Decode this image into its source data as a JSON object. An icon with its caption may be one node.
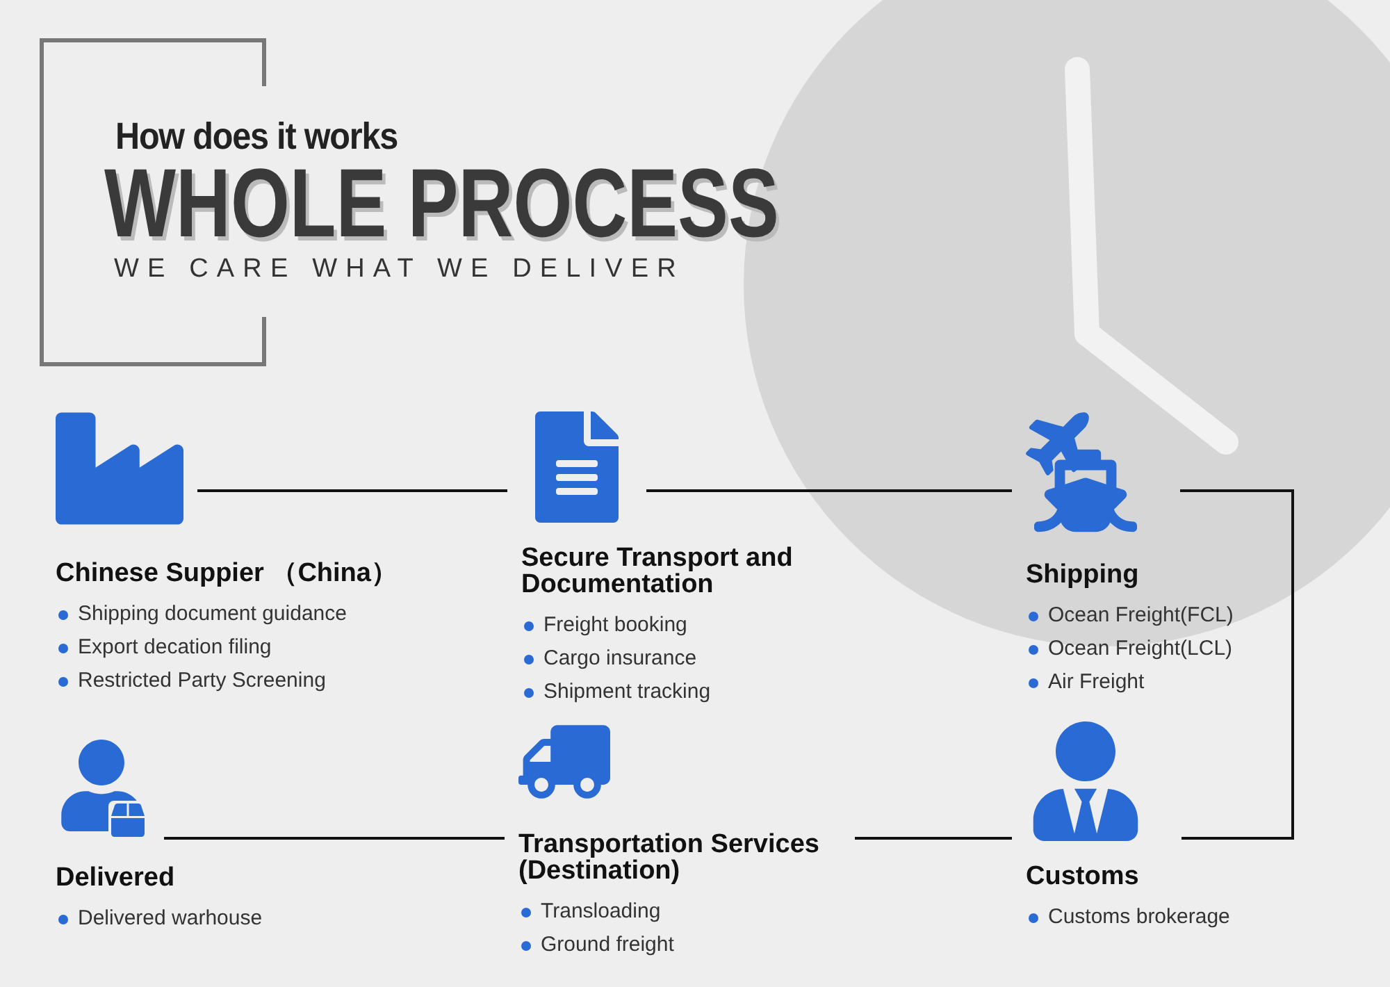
{
  "diagram": {
    "title": "WHOLE PROCESS",
    "nodes": [
      {
        "text": [
          "Chinese Suppier （China）",
          "Shipping document guidance",
          "Export decation filing",
          "Restricted Party Screening"
        ]
      },
      {
        "text": [
          "Secure Transport and Documentation",
          "Freight booking",
          "Cargo insurance",
          "Shipment tracking"
        ]
      },
      {
        "text": [
          "Shipping",
          "Ocean Freight(FCL)",
          "Ocean Freight(LCL)",
          "Air Freight"
        ]
      },
      {
        "text": [
          "Delivered",
          "Delivered warhouse"
        ]
      },
      {
        "text": [
          "Transportation Services (Destination)",
          "Transloading",
          "Ground freight"
        ]
      },
      {
        "text": [
          "Customs",
          "Customs brokerage"
        ]
      }
    ],
    "edges": [
      {
        "from": 0,
        "to": 1,
        "arrow": "none"
      },
      {
        "from": 1,
        "to": 2,
        "arrow": "none"
      },
      {
        "from": 2,
        "to": 5,
        "arrow": "none"
      },
      {
        "from": 5,
        "to": 4,
        "arrow": "none"
      },
      {
        "from": 4,
        "to": 3,
        "arrow": "none"
      }
    ],
    "labels": [
      "How does it works",
      "WE CARE WHAT WE DELIVER"
    ]
  }
}
